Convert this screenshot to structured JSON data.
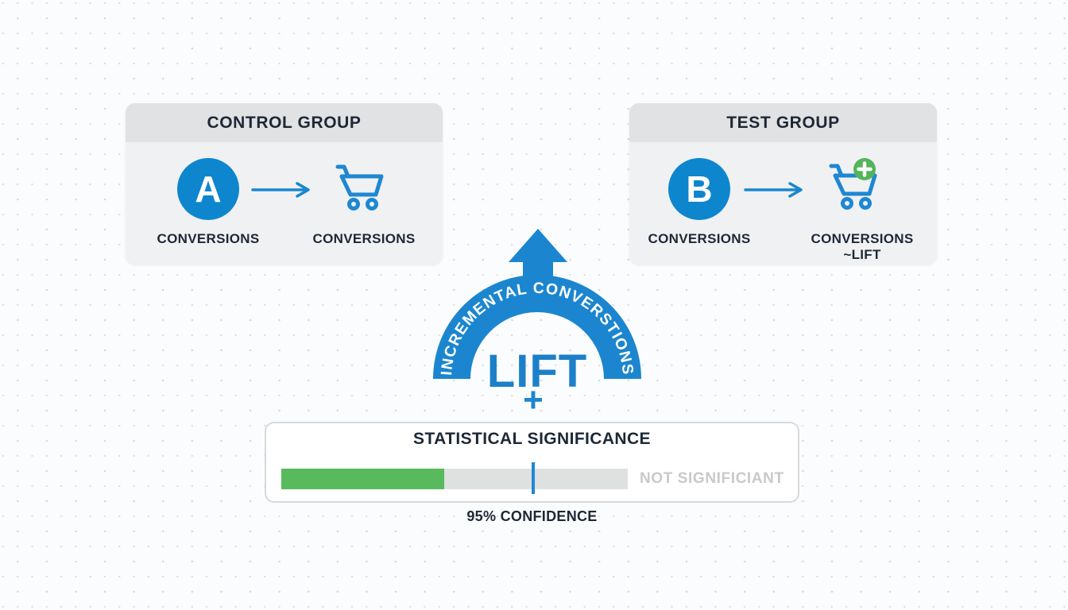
{
  "colors": {
    "accent_blue": "#1787ce",
    "circle_blue": "#0e86cd",
    "green": "#58ba5c",
    "badge_green": "#53b55b",
    "navy_text": "#1d2836",
    "muted_gray_text": "#c7c9cb",
    "header_band_gray": "#e1e2e3",
    "card_body_gray": "#f0f1f2",
    "bar_track_gray": "#dfe0e0"
  },
  "control_group": {
    "title": "CONTROL GROUP",
    "variant_label": "A",
    "variant_icon": "circle-a-badge",
    "conversions_label": "CONVERSIONS",
    "arrow_icon": "right-arrow-icon",
    "cart_icon": "shopping-cart-icon",
    "cart_label": "CONVERSIONS"
  },
  "test_group": {
    "title": "TEST GROUP",
    "variant_label": "B",
    "variant_icon": "circle-b-badge",
    "conversions_label": "CONVERSIONS",
    "arrow_icon": "right-arrow-icon",
    "cart_icon": "shopping-cart-plus-icon",
    "cart_label": "CONVERSIONS ~LIFT"
  },
  "lift": {
    "arc_text": "INCREMENTAL CONVERSTIONS",
    "arrow_icon": "up-arrow-icon",
    "lift_label": "LIFT",
    "plus_label": "+"
  },
  "significance": {
    "title": "STATISTICAL SIGNIFICANCE",
    "status_label": "NOT SIGNIFICIANT",
    "confidence_label": "95% CONFIDENCE",
    "bar": {
      "green_fraction": 0.47,
      "marker_fraction": 0.727
    }
  }
}
